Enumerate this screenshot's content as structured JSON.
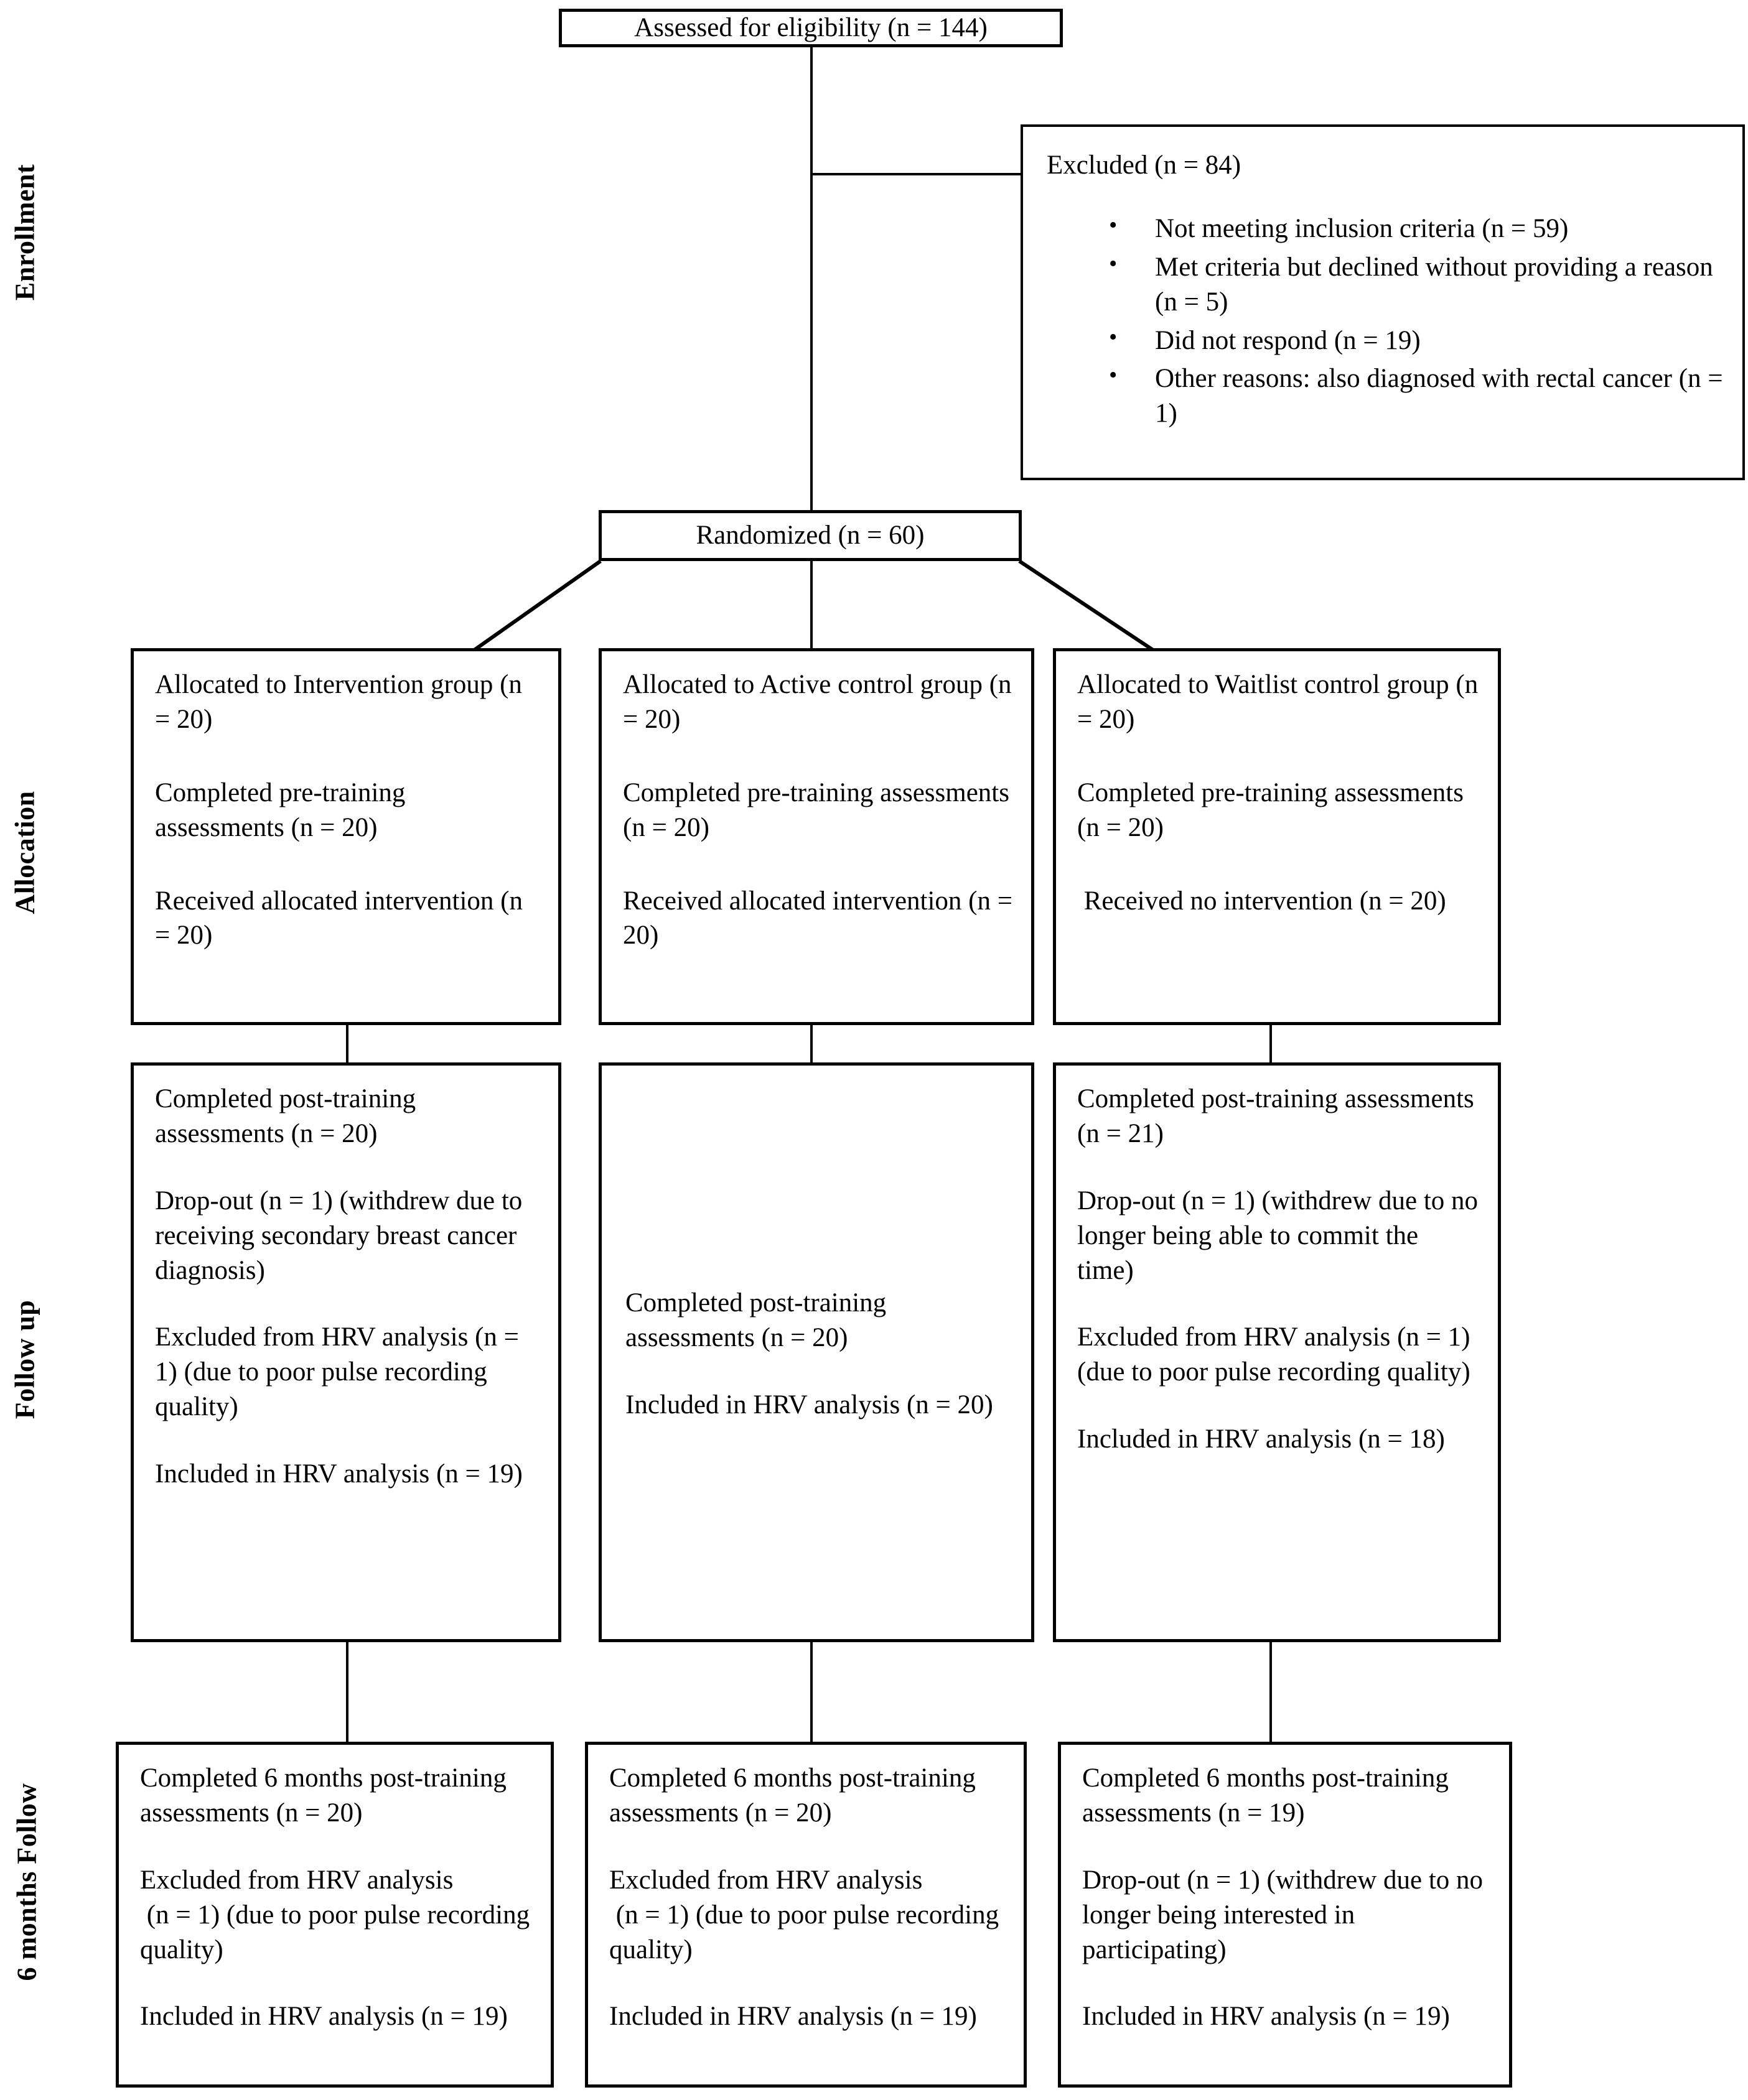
{
  "diagram": {
    "type": "consort-flow-diagram",
    "stages": [
      {
        "id": "enrollment",
        "label": "Enrollment"
      },
      {
        "id": "allocation",
        "label": "Allocation"
      },
      {
        "id": "follow-up",
        "label": "Follow up"
      },
      {
        "id": "six-months-follow",
        "label": "6 months Follow"
      }
    ],
    "enrollment": {
      "assessed": "Assessed for eligibility (n = 144)",
      "excluded_title": "Excluded (n = 84)",
      "excluded_reasons": [
        "Not meeting inclusion criteria (n = 59)",
        "Met criteria but declined without providing a reason (n = 5)",
        "Did not respond (n = 19)",
        "Other reasons: also diagnosed with rectal cancer (n = 1)"
      ],
      "randomized": "Randomized (n = 60)"
    },
    "allocation": {
      "intervention": [
        "Allocated to Intervention group (n = 20)",
        "Completed pre-training assessments (n = 20)",
        "Received allocated intervention (n = 20)"
      ],
      "active_control": [
        "Allocated to Active control group (n = 20)",
        "Completed pre-training assessments (n = 20)",
        "Received allocated intervention (n = 20)"
      ],
      "waitlist_control": [
        "Allocated to Waitlist control group (n = 20)",
        "Completed pre-training assessments (n = 20)",
        " Received no intervention (n = 20)"
      ]
    },
    "follow_up": {
      "intervention": [
        "Completed post-training assessments (n = 20)",
        "Drop-out (n = 1) (withdrew due to receiving secondary breast cancer diagnosis)",
        "Excluded from HRV analysis (n = 1) (due to poor pulse recording quality)",
        "Included in HRV analysis (n = 19)"
      ],
      "active_control": [
        "Completed post-training assessments (n = 20)",
        "Included in HRV analysis (n = 20)"
      ],
      "waitlist_control": [
        "Completed post-training assessments (n = 21)",
        "Drop-out (n = 1) (withdrew due to no longer being able to commit the time)",
        "Excluded from HRV analysis (n = 1) (due to poor pulse recording quality)",
        "Included in HRV analysis (n = 18)"
      ]
    },
    "six_months_follow": {
      "intervention": [
        "Completed 6 months post-training assessments (n = 20)",
        "Excluded from HRV analysis\n (n = 1) (due to poor pulse recording quality)",
        "Included in HRV analysis (n = 19)"
      ],
      "active_control": [
        "Completed 6 months post-training assessments (n = 20)",
        "Excluded from HRV analysis\n (n = 1) (due to poor pulse recording quality)",
        "Included in HRV analysis (n = 19)"
      ],
      "waitlist_control": [
        "Completed 6 months post-training assessments (n = 19)",
        "Drop-out (n = 1) (withdrew due to no longer being interested in participating)",
        "Included in HRV analysis (n = 19)"
      ]
    },
    "colors": {
      "line": "#000000",
      "background": "#ffffff",
      "text": "#000000"
    }
  }
}
